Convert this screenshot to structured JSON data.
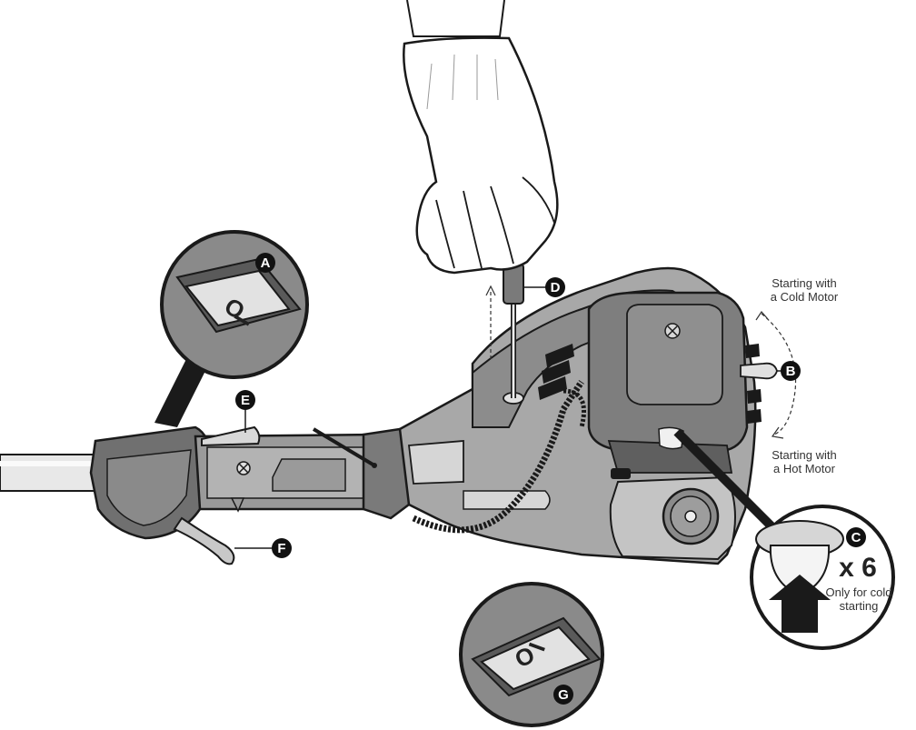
{
  "callouts": {
    "a": "A",
    "b": "B",
    "c": "C",
    "d": "D",
    "e": "E",
    "f": "F",
    "g": "G"
  },
  "switch_a": {
    "off_symbol": "O",
    "on_symbol": "I"
  },
  "switch_g": {
    "off_symbol": "O",
    "on_symbol": "I"
  },
  "choke": {
    "cold_line1": "Starting with",
    "cold_line2": "a Cold Motor",
    "hot_line1": "Starting with",
    "hot_line2": "a Hot Motor"
  },
  "primer": {
    "count": "x 6",
    "note_line1": "Only for cold",
    "note_line2": "starting"
  },
  "colors": {
    "outline": "#1a1a1a",
    "body_gray": "#9a9a9a",
    "dark_gray": "#6f6f6f",
    "light_gray": "#d4d4d4",
    "shaft": "#e6e6e6",
    "badge": "#111111"
  }
}
